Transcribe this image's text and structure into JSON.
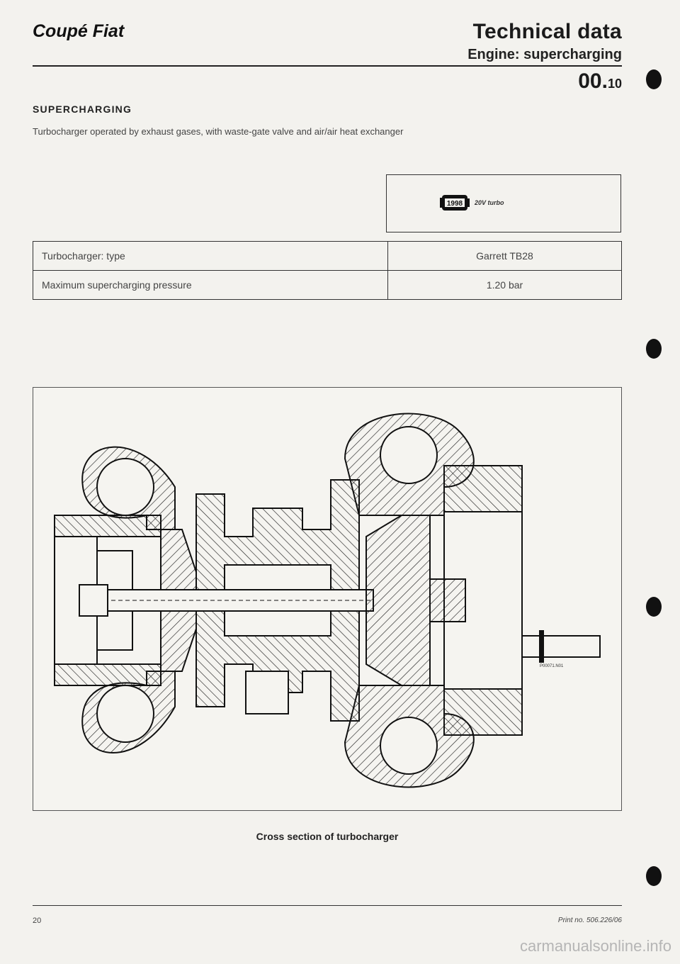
{
  "header": {
    "brand": "Coupé Fiat",
    "title": "Technical data",
    "subtitle": "Engine: supercharging",
    "section_main": "00.",
    "section_sub": "10"
  },
  "section": {
    "heading": "SUPERCHARGING",
    "description": "Turbocharger operated by exhaust gases, with waste-gate valve and air/air heat exchanger"
  },
  "engine": {
    "code": "1998",
    "label": "20V turbo"
  },
  "specs": [
    {
      "label": "Turbocharger: type",
      "value": "Garrett TB28"
    },
    {
      "label": "Maximum supercharging pressure",
      "value": "1.20 bar"
    }
  ],
  "figure": {
    "ref": "P00071.N01",
    "caption": "Cross section of turbocharger"
  },
  "footer": {
    "page": "20",
    "print_no": "Print no. 506.226/06"
  },
  "watermark": "carmanualsonline.info"
}
